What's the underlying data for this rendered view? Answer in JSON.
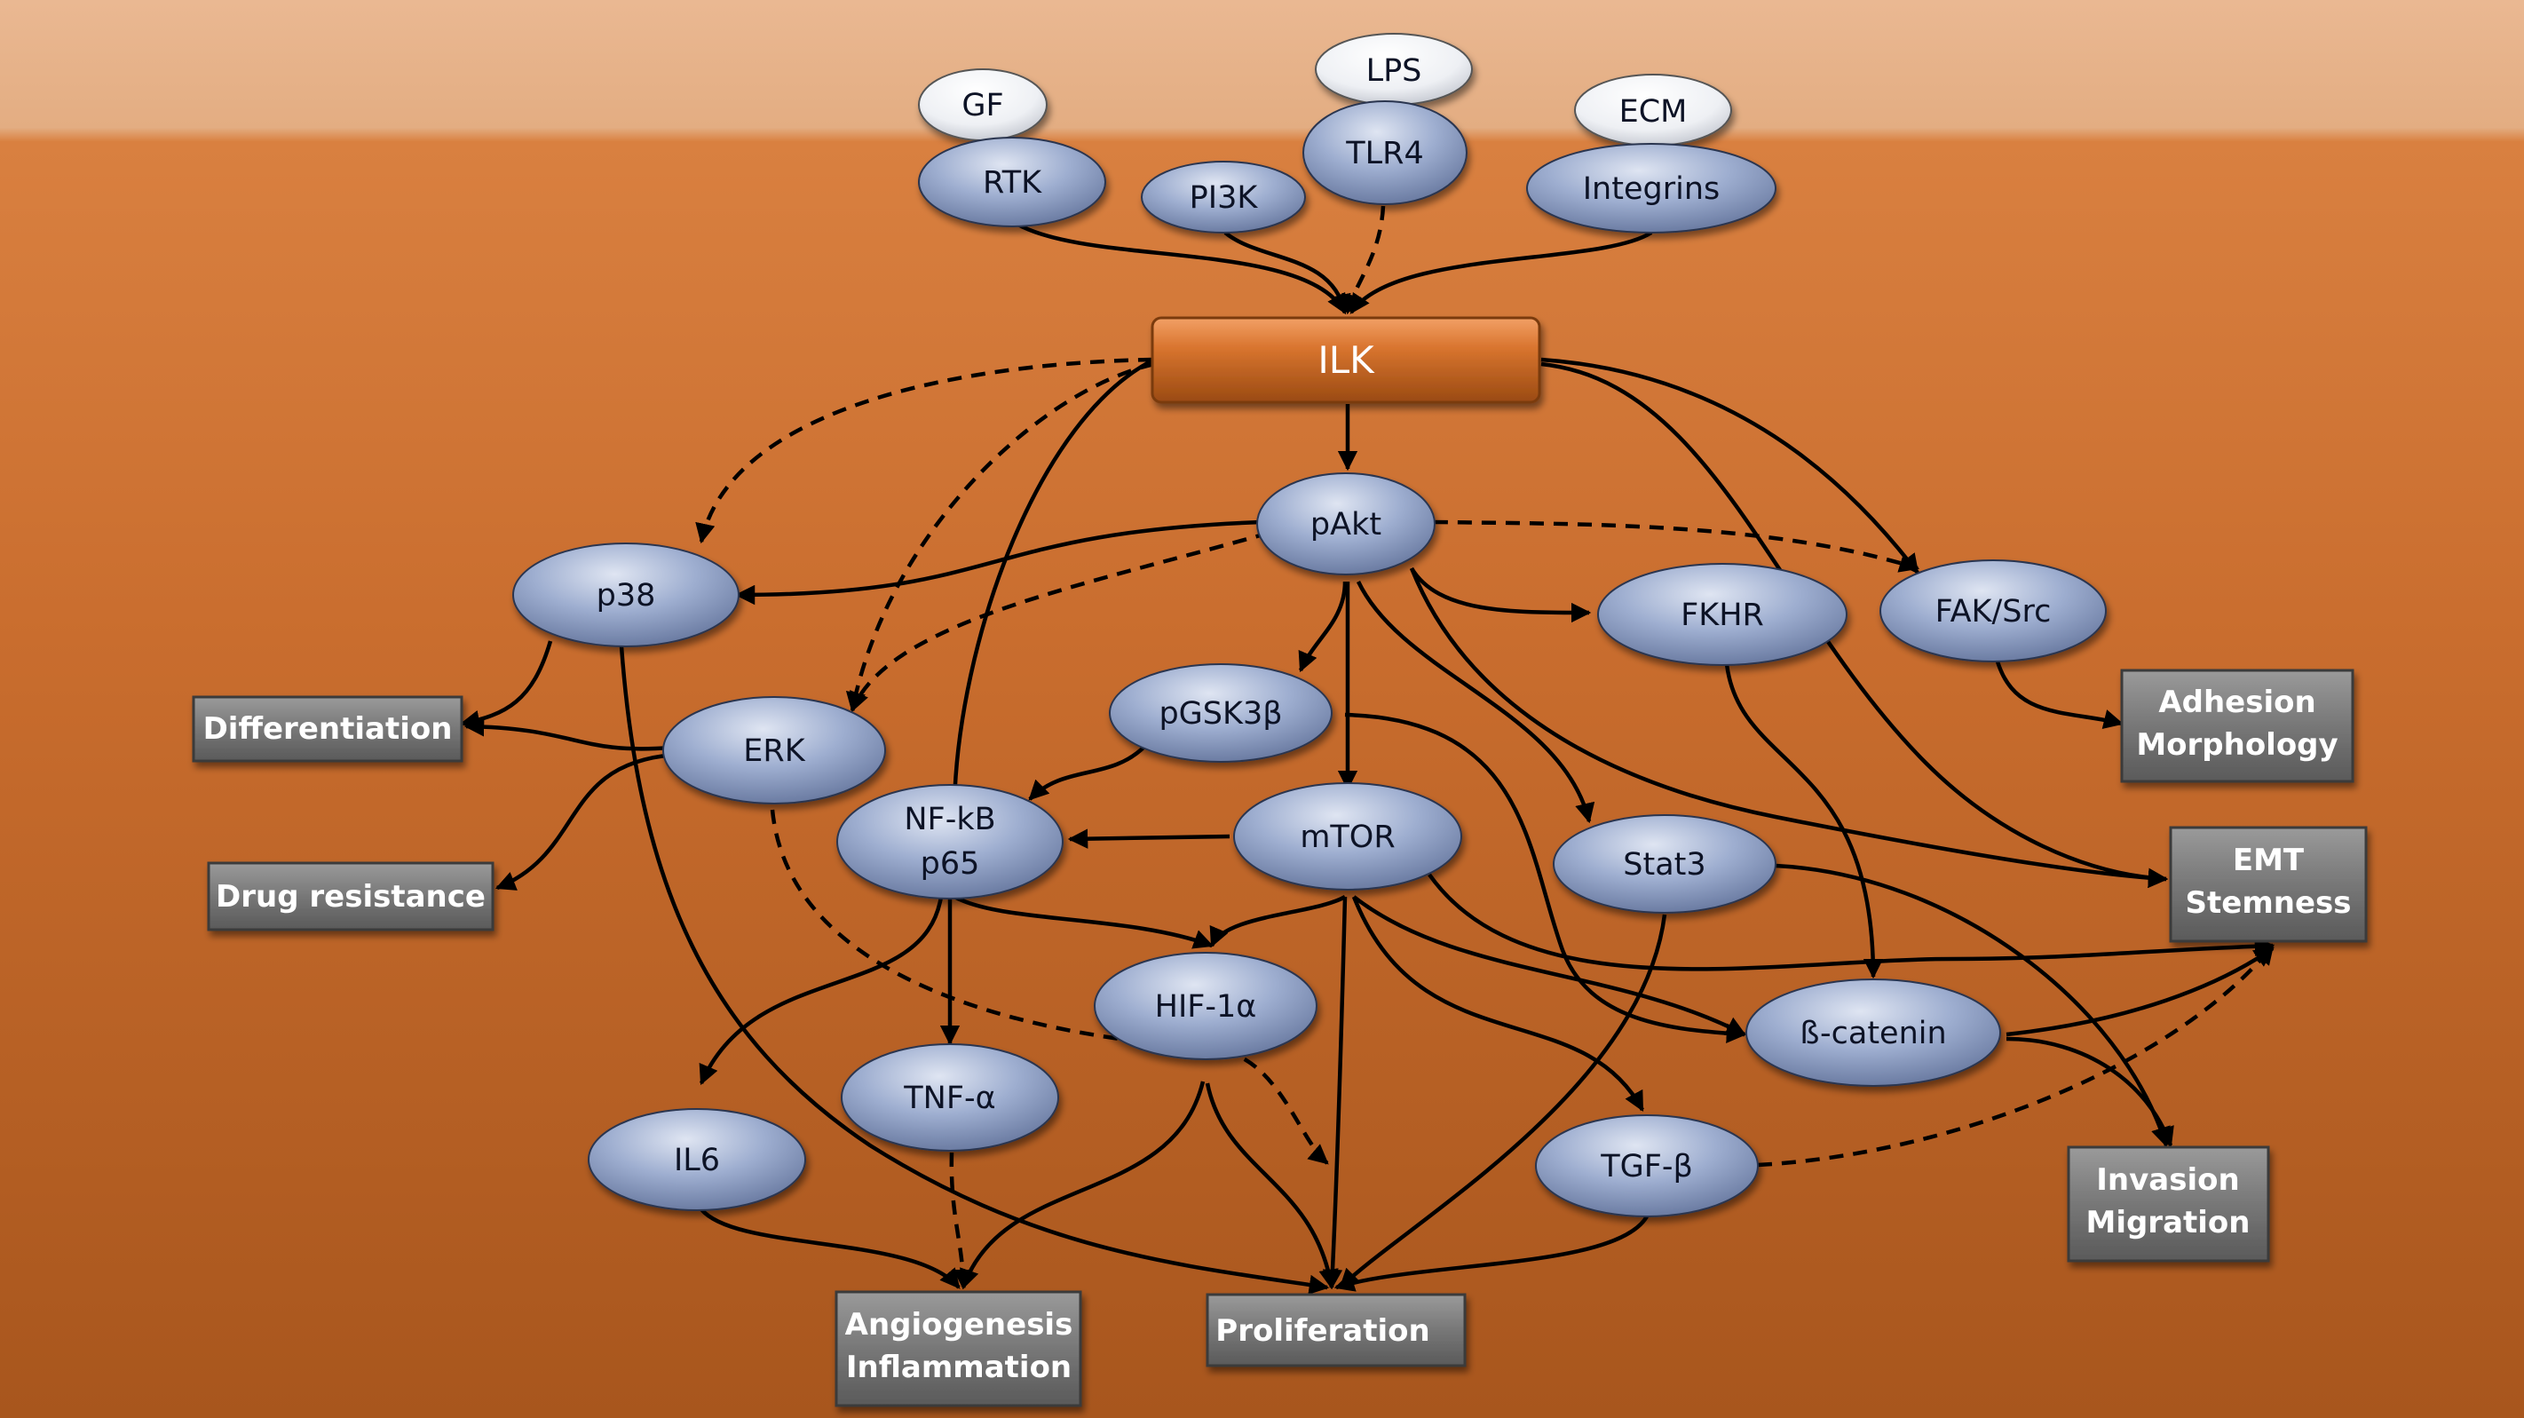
{
  "diagram": {
    "title": "",
    "ligands": {
      "gf": "GF",
      "lps": "LPS",
      "ecm": "ECM"
    },
    "receptors": {
      "rtk": "RTK",
      "pi3k": "PI3K",
      "tlr4": "TLR4",
      "integrins": "Integrins"
    },
    "hub": "ILK",
    "nodes": {
      "pakt": "pAkt",
      "p38": "p38",
      "erk": "ERK",
      "fkhr": "FKHR",
      "fak_src": "FAK/Src",
      "pgsk3b": "pGSK3β",
      "nfkb_line1": "NF-kB",
      "nfkb_line2": "p65",
      "mtor": "mTOR",
      "stat3": "Stat3",
      "hif1a": "HIF-1α",
      "tnfa": "TNF-α",
      "il6": "IL6",
      "bcatenin": "ß-catenin",
      "tgfb": "TGF-β"
    },
    "outcomes": {
      "differentiation": "Differentiation",
      "drug_resistance": "Drug resistance",
      "adhesion_line1": "Adhesion",
      "adhesion_line2": "Morphology",
      "emt_line1": "EMT",
      "emt_line2": "Stemness",
      "invasion_line1": "Invasion",
      "invasion_line2": "Migration",
      "angio_line1": "Angiogenesis",
      "angio_line2": "Inflammation",
      "proliferation": "Proliferation"
    },
    "colors": {
      "background_top": "#e8b48e",
      "background_mid": "#d97a3a",
      "background_bottom": "#b05a20",
      "node_fill": "#8c9ec4",
      "node_light": "#d9e0ef",
      "ligand_fill": "#f4f4f6",
      "ilk_fill": "#cf6a22",
      "outcome_fill": "#7a7a7a"
    }
  }
}
